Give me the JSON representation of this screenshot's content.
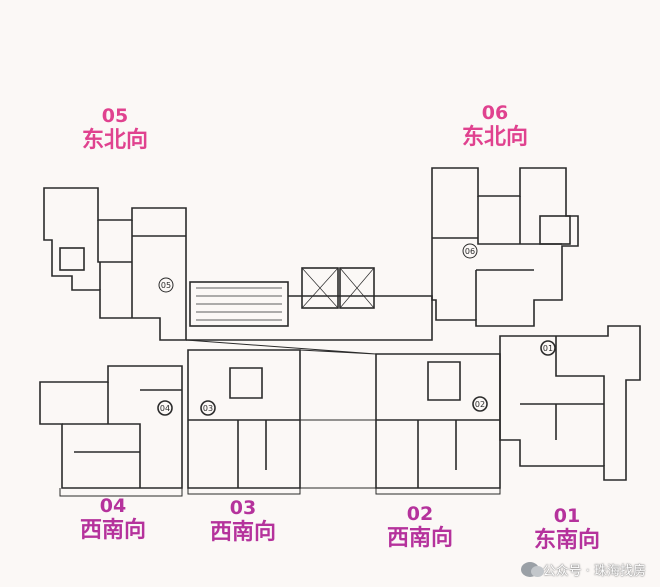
{
  "units": [
    {
      "id": "05",
      "direction": "东北向"
    },
    {
      "id": "06",
      "direction": "东北向"
    },
    {
      "id": "04",
      "direction": "西南向"
    },
    {
      "id": "03",
      "direction": "西南向"
    },
    {
      "id": "02",
      "direction": "西南向"
    },
    {
      "id": "01",
      "direction": "东南向"
    }
  ],
  "plan_unit_numbers": [
    "05",
    "06",
    "04",
    "03",
    "02",
    "01"
  ],
  "colors": {
    "label_pink": "#e0428f",
    "label_purple": "#b5329c",
    "walls": "#2b2b2b"
  },
  "watermark": {
    "icon": "wechat-icon",
    "text": "公众号 · 珠海找房"
  }
}
